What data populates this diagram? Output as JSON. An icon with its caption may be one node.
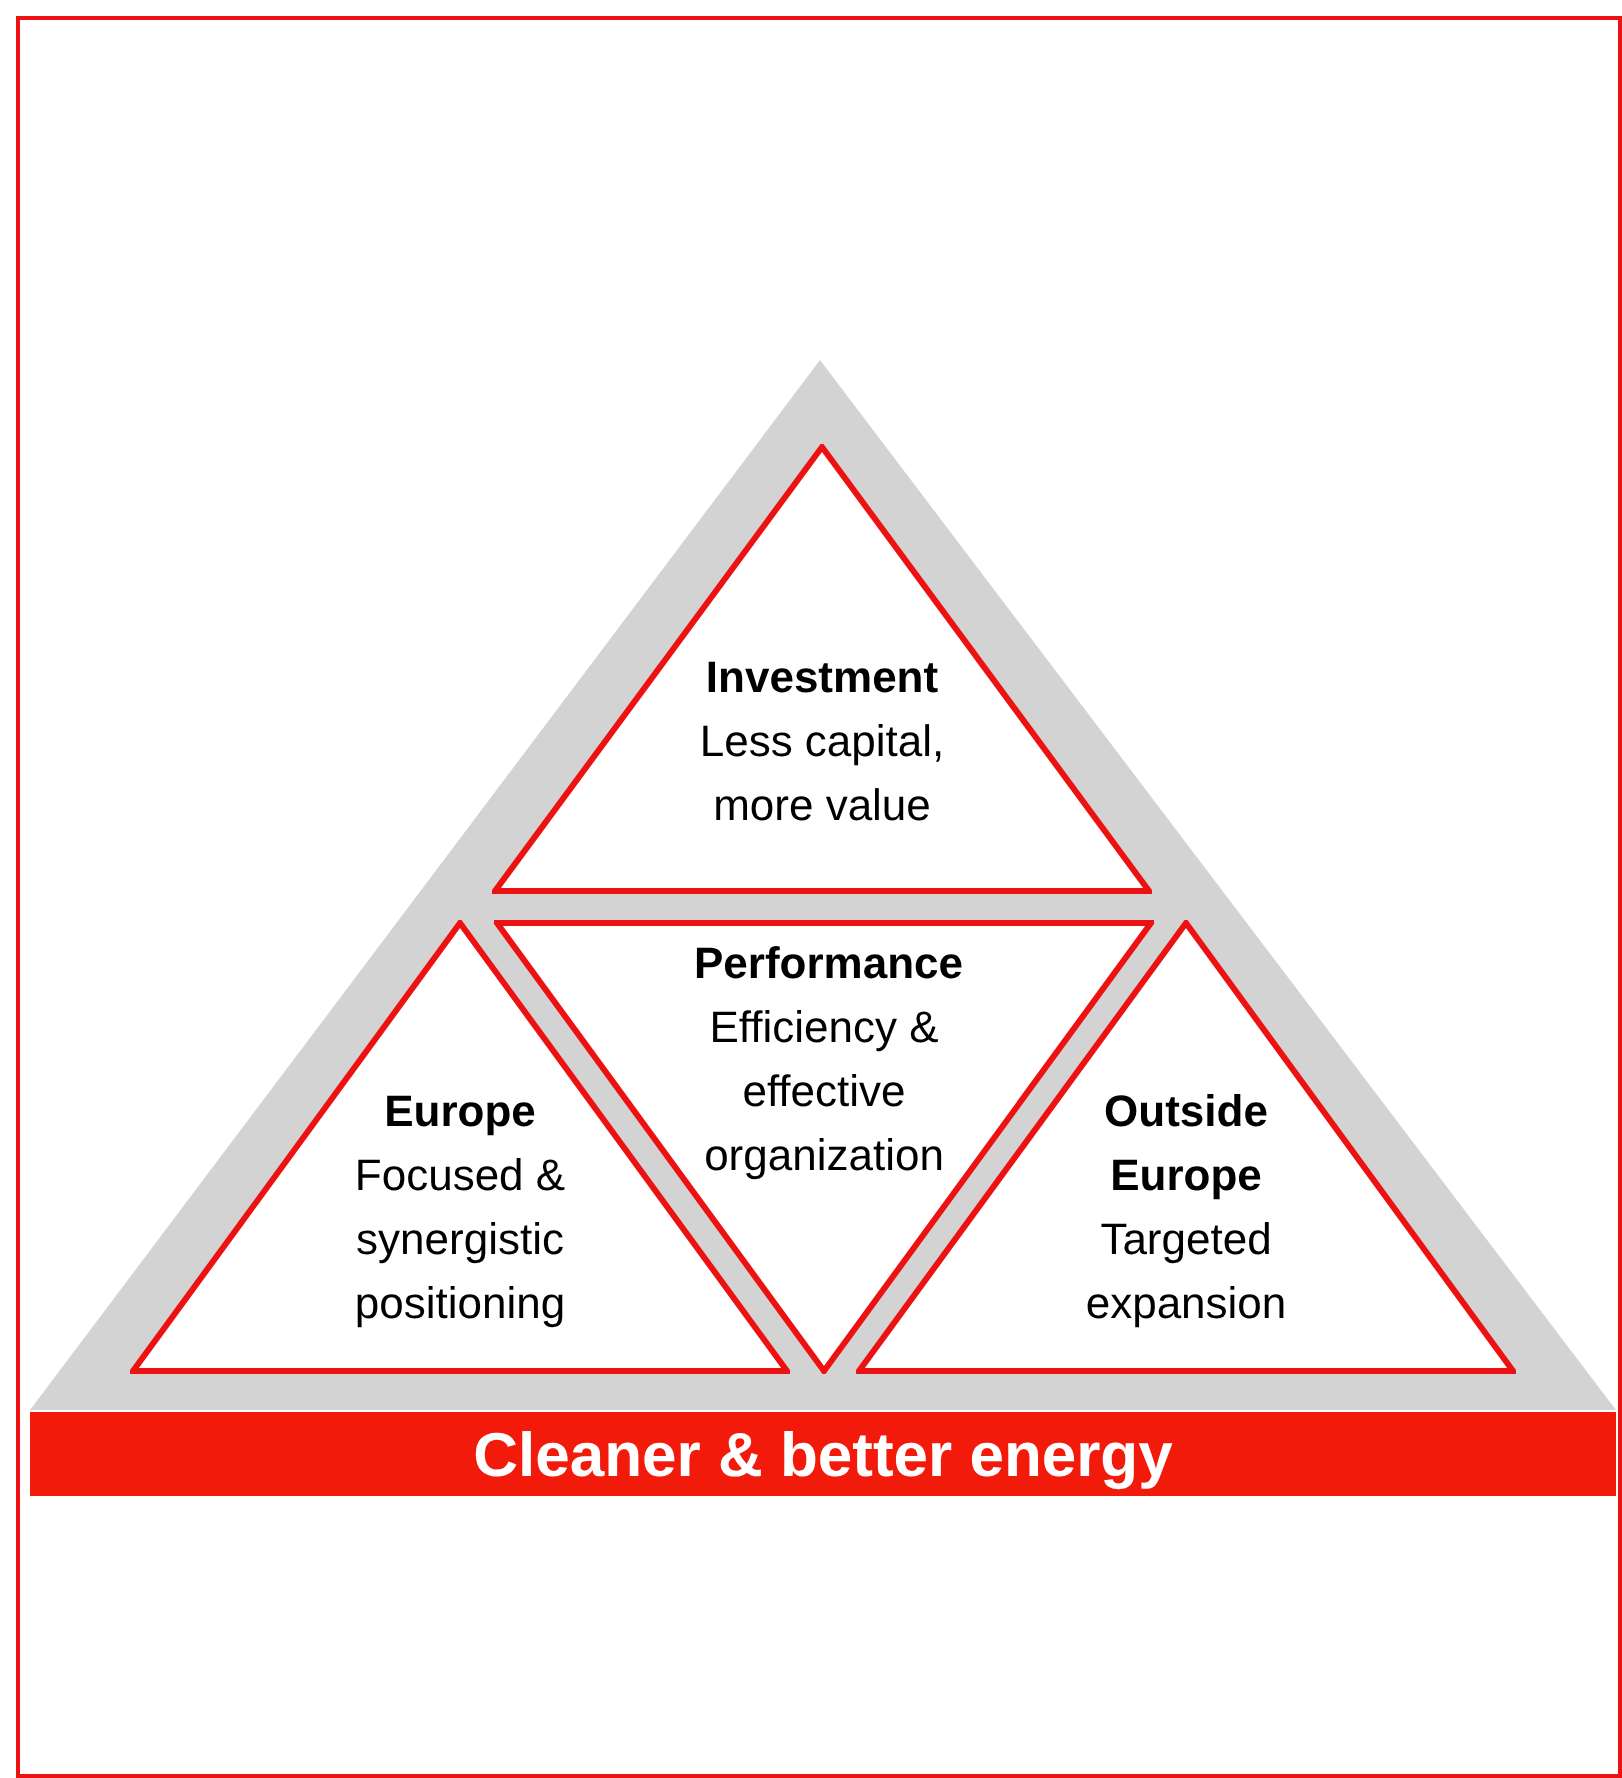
{
  "diagram": {
    "nodes": [
      {
        "text": [
          "Investment",
          "Less capital, more value"
        ]
      },
      {
        "text": [
          "Performance",
          "Efficiency & effective organization"
        ]
      },
      {
        "text": [
          "Europe",
          "Focused & synergistic positioning"
        ]
      },
      {
        "text": [
          "Outside Europe",
          "Targeted expansion"
        ]
      },
      {
        "text": [
          "Cleaner & better energy"
        ]
      }
    ]
  }
}
